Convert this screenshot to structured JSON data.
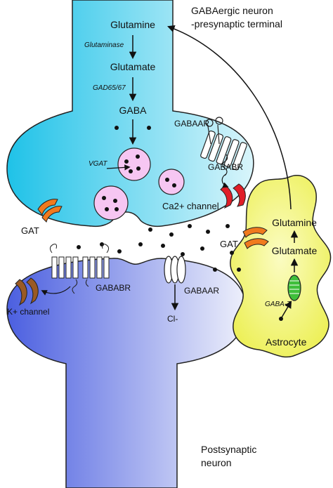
{
  "title_line1": "GABAergic neuron",
  "title_line2": "-presynaptic terminal",
  "pathway": {
    "glutamine": "Glutamine",
    "glutaminase": "Glutaminase",
    "glutamate": "Glutamate",
    "gad": "GAD65/67",
    "gaba": "GABA",
    "vgat": "VGAT"
  },
  "receptors": {
    "gaba_a_pre": "GABAAR",
    "gaba_b_pre": "GABABR",
    "ca_channel": "Ca2+ channel",
    "gat_left": "GAT",
    "gat_right": "GAT",
    "gaba_b_post": "GABABR",
    "gaba_a_post": "GABAAR",
    "k_channel": "K+ channel",
    "cl_ion": "Cl-"
  },
  "astrocyte": {
    "glutamine": "Glutamine",
    "glutamate": "Glutamate",
    "gaba_t": "GABA-T",
    "label": "Astrocyte"
  },
  "postsynaptic_line1": "Postsynaptic",
  "postsynaptic_line2": "neuron",
  "colors": {
    "presynaptic": "#22c7ea",
    "postsynaptic": "#5a6fe0",
    "astrocyte": "#f2f46a",
    "vesicle": "#f6c6f2",
    "gat": "#f07a1e",
    "ca_channel": "#e01e28",
    "k_channel": "#9a5a24",
    "mitochondrion": "#3fbf3a"
  }
}
